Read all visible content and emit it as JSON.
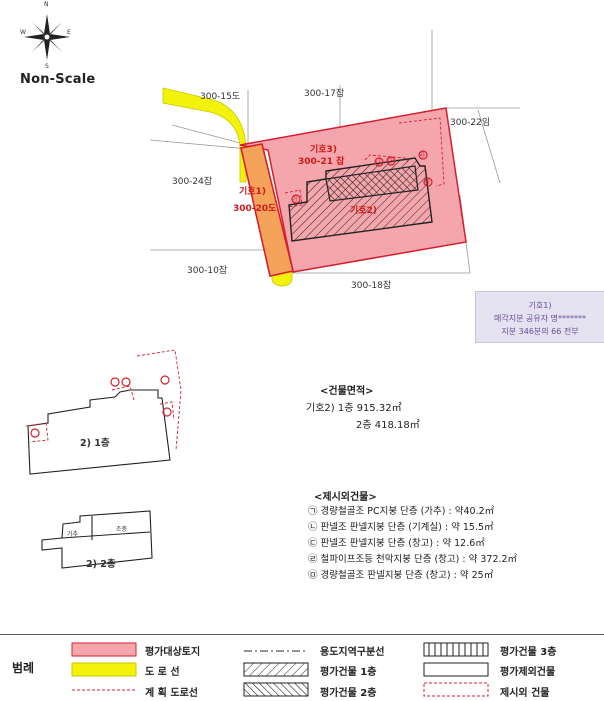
{
  "compass": {
    "n": "N",
    "s": "S",
    "e": "E",
    "w": "W"
  },
  "scale_note": "Non-Scale",
  "map": {
    "parcels": [
      {
        "id": "p1",
        "label": "300-15도"
      },
      {
        "id": "p2",
        "label": "300-17잡"
      },
      {
        "id": "p3",
        "label": "300-22임"
      },
      {
        "id": "p4",
        "label": "300-24잡"
      },
      {
        "id": "p5",
        "label": "300-10잡"
      },
      {
        "id": "p6",
        "label": "300-18잡"
      }
    ],
    "subject_3": {
      "line1": "기호3)",
      "line2": "300-21 잡"
    },
    "subject_1": {
      "line1": "기호1)",
      "line2": "300-20도"
    },
    "subject_2": "기호2)",
    "markers": [
      "㉮",
      "㉯",
      "㉰",
      "㉱",
      "㉲"
    ]
  },
  "note": {
    "line1": "기호1)",
    "line2": "매각지분 공유자 명*******",
    "line3": "지분 346분의 66 전부"
  },
  "floor_plans": {
    "floor1_label": "2) 1층",
    "floor2_label": "2) 2층",
    "sub1": "가추",
    "sub2": "조층"
  },
  "building_area": {
    "title": "<건물면적>",
    "line1": "기호2) 1층 915.32㎡",
    "line2": "2층 418.18㎡"
  },
  "excluded": {
    "title": "<제시외건물>",
    "items": [
      "㉠ 경량철골조 PC지붕 단층 (가추) : 약40.2㎡",
      "㉡ 판넬조 판넬지붕 단층 (기계실) : 약 15.5㎡",
      "㉢ 판넬조 판넬지붕 단층 (창고) : 약 12.6㎡",
      "㉣ 철파이프조등 천막지붕 단층 (창고) : 약 372.2㎡",
      "㉤ 경량철골조 판넬지붕 단층 (창고) : 약 25㎡"
    ]
  },
  "legend": {
    "heading": "범례",
    "items": [
      {
        "key": "subject-land",
        "label": "평가대상토지"
      },
      {
        "key": "zoning-line",
        "label": "용도지역구분선"
      },
      {
        "key": "bldg-3f",
        "label": "평가건물 3층"
      },
      {
        "key": "road",
        "label": "도 로 선"
      },
      {
        "key": "bldg-1f",
        "label": "평가건물 1층"
      },
      {
        "key": "excluded-bldg",
        "label": "평가제외건물"
      },
      {
        "key": "planned-road",
        "label": "계 획 도로선"
      },
      {
        "key": "bldg-2f",
        "label": "평가건물 2층"
      },
      {
        "key": "extra-bldg",
        "label": "제시외 건물"
      }
    ]
  },
  "colors": {
    "subject": "#f4a6ac",
    "subject_border": "#d42030",
    "road": "#f2f20a",
    "road_border": "#c8c800",
    "hatch": "#222222",
    "purple": "#6b4c9a"
  }
}
